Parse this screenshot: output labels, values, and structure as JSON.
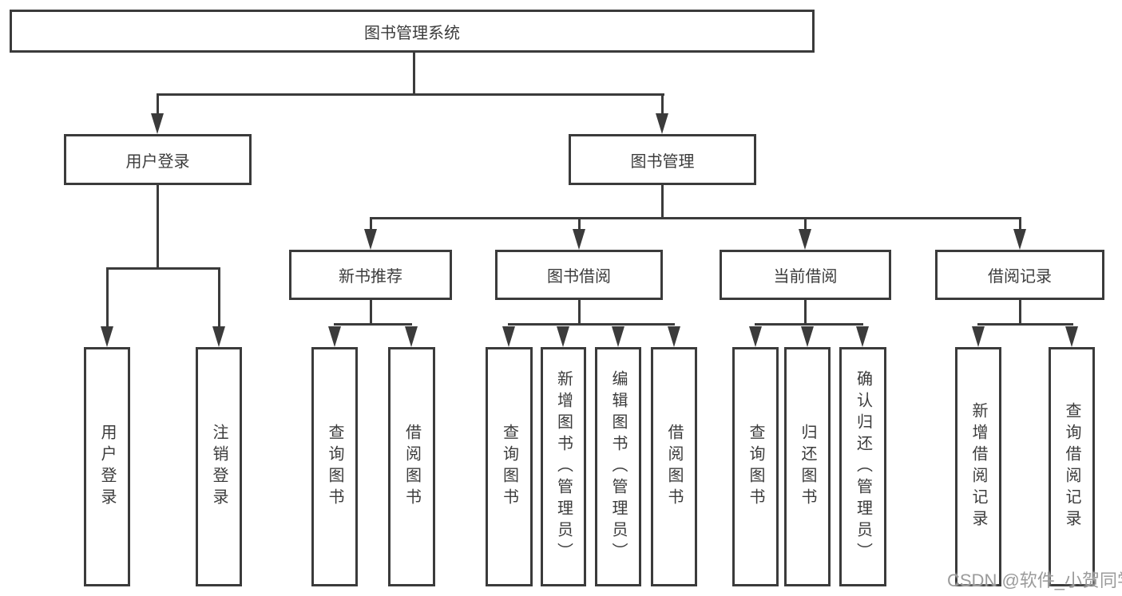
{
  "tree": {
    "label": "图书管理系统",
    "children": [
      {
        "label": "用户登录",
        "children": [
          {
            "label": "用户登录"
          },
          {
            "label": "注销登录"
          }
        ]
      },
      {
        "label": "图书管理",
        "children": [
          {
            "label": "新书推荐",
            "children": [
              {
                "label": "查询图书"
              },
              {
                "label": "借阅图书"
              }
            ]
          },
          {
            "label": "图书借阅",
            "children": [
              {
                "label": "查询图书"
              },
              {
                "label": "新增图书（管理员）"
              },
              {
                "label": "编辑图书（管理员）"
              },
              {
                "label": "借阅图书"
              }
            ]
          },
          {
            "label": "当前借阅",
            "children": [
              {
                "label": "查询图书"
              },
              {
                "label": "归还图书"
              },
              {
                "label": "确认归还（管理员）"
              }
            ]
          },
          {
            "label": "借阅记录",
            "children": [
              {
                "label": "新增借阅记录"
              },
              {
                "label": "查询借阅记录"
              }
            ]
          }
        ]
      }
    ]
  },
  "watermark": "CSDN @软件_小贺同学",
  "colors": {
    "line": "#3b3b3b",
    "text": "#3c3c3c",
    "watermark": "#9b9b9b",
    "background": "#ffffff"
  }
}
